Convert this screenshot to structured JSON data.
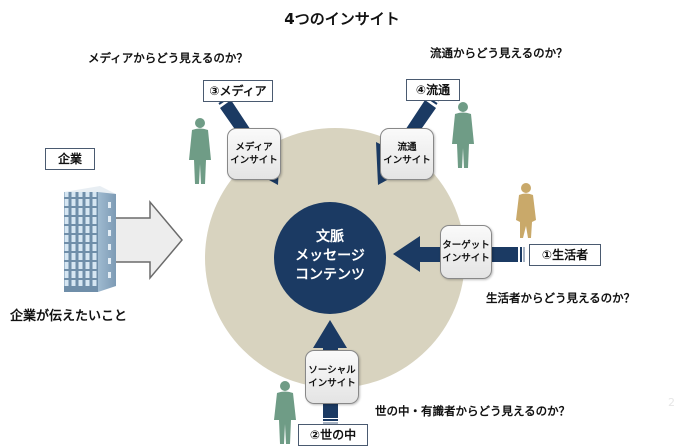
{
  "title": "4つのインサイト",
  "colors": {
    "navy": "#1b3a63",
    "beige": "#d8d3bf",
    "person_green": "#6f9c86",
    "person_gold": "#c9a96a",
    "building": "#8aaac4"
  },
  "company": {
    "label": "企業",
    "caption": "企業が伝えたいこと"
  },
  "core": {
    "lines": [
      "文脈",
      "メッセージ",
      "コンテンツ"
    ]
  },
  "sources": [
    {
      "id": "consumer",
      "label": "①生活者",
      "insight": [
        "ターゲット",
        "インサイト"
      ],
      "question": "生活者からどう見えるのか？"
    },
    {
      "id": "society",
      "label": "②世の中",
      "insight": [
        "ソーシャル",
        "インサイト"
      ],
      "question": "世の中・有識者からどう見えるのか？"
    },
    {
      "id": "media",
      "label": "③メディア",
      "insight": [
        "メディア",
        "インサイト"
      ],
      "question": "メディアからどう見えるのか？"
    },
    {
      "id": "distribution",
      "label": "④流通",
      "insight": [
        "流通",
        "インサイト"
      ],
      "question": "流通からどう見えるのか？"
    }
  ],
  "page_number": "2"
}
